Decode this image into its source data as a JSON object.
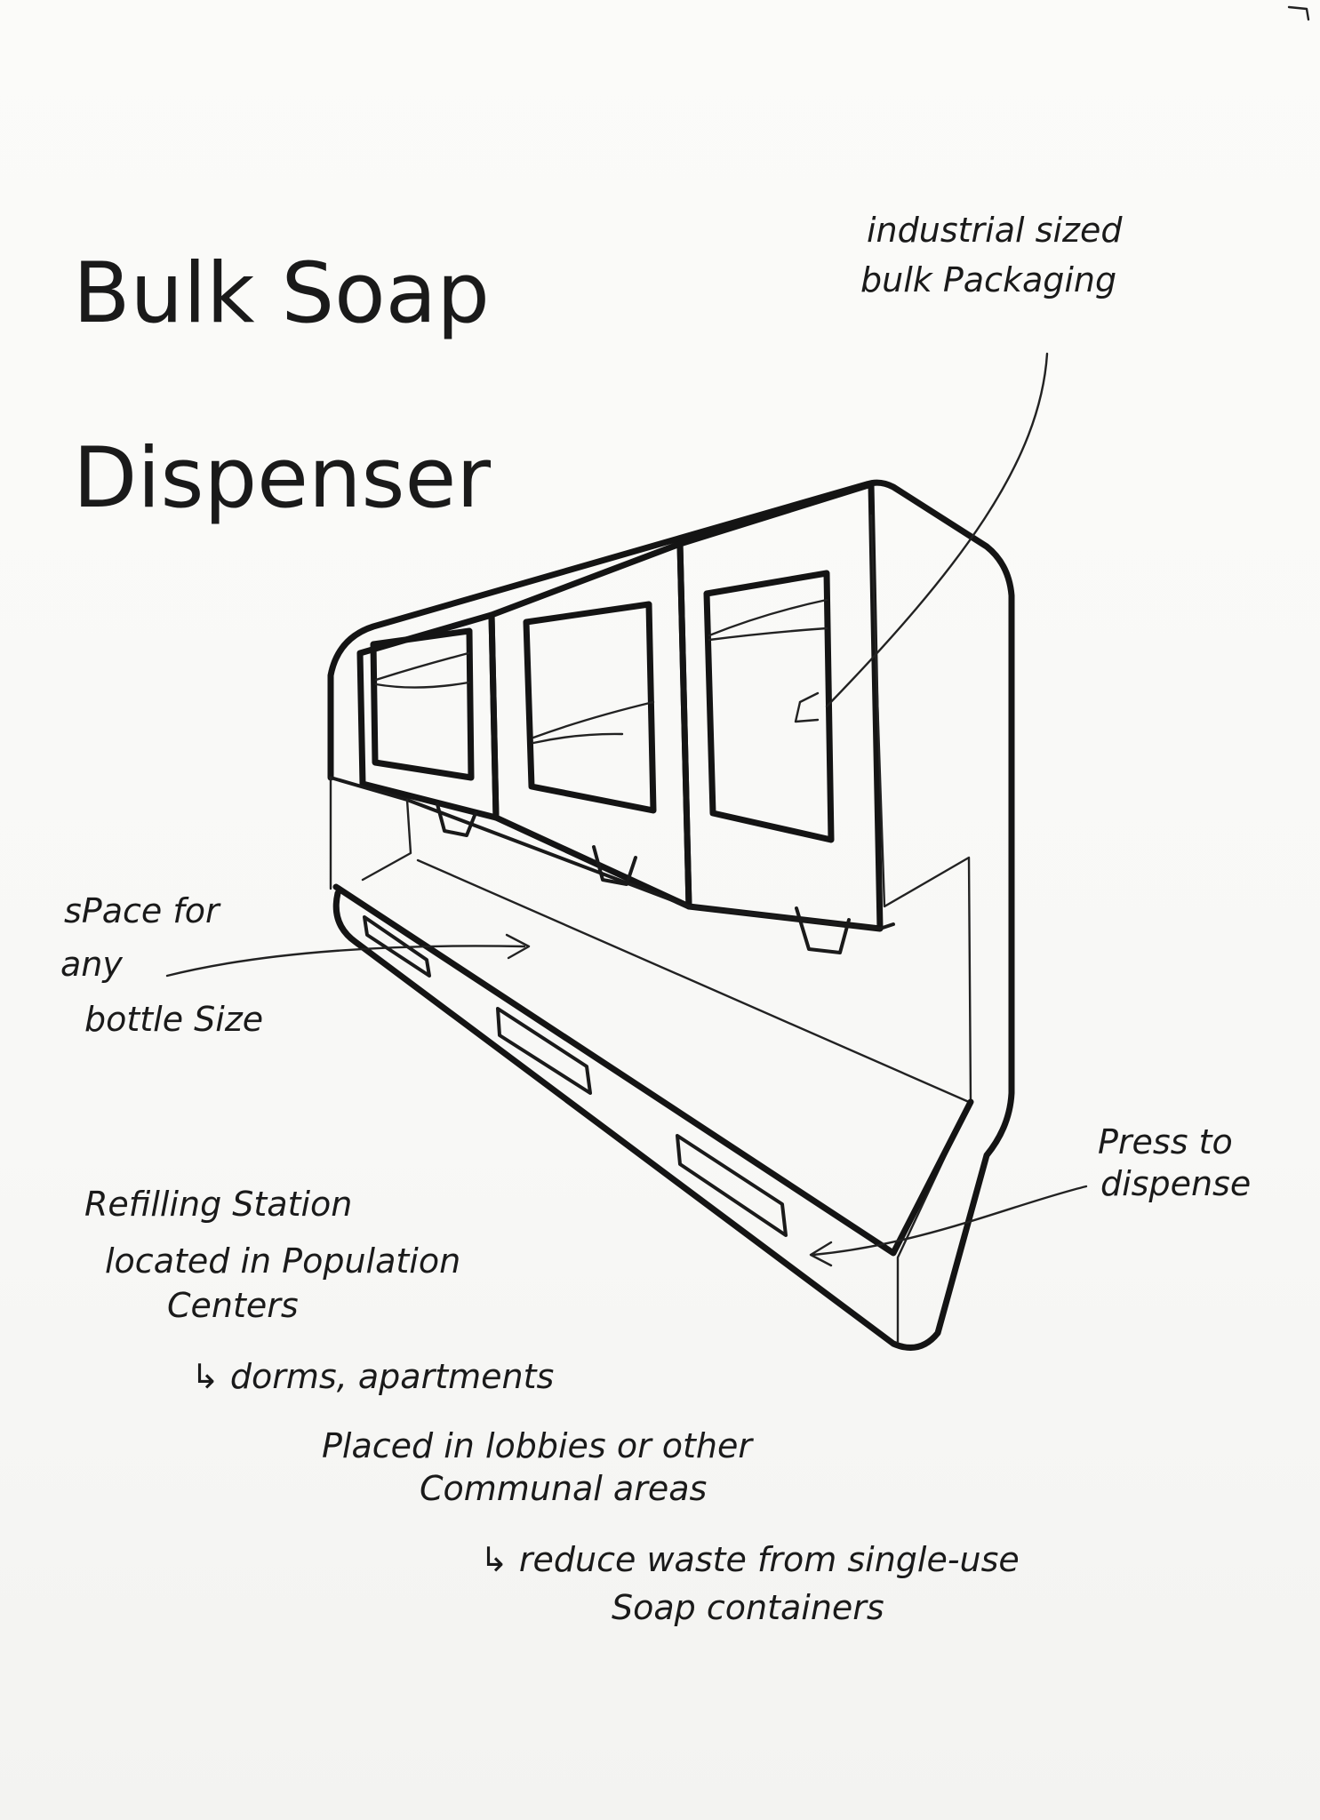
{
  "title": {
    "line1": "Bulk Soap",
    "line2": "Dispenser"
  },
  "annotations": {
    "packaging": {
      "line1": "industrial sized",
      "line2": "bulk Packaging"
    },
    "bottle_space": {
      "line1": "sPace for",
      "line2": "any",
      "line3": "bottle Size"
    },
    "press": {
      "line1": "Press to",
      "line2": "dispense"
    },
    "refill": {
      "line1": "Refilling Station",
      "line2": "located in Population",
      "line3": "Centers",
      "line4": "↳ dorms, apartments",
      "line5": "Placed in lobbies or other",
      "line6": "Communal areas",
      "line7": "↳ reduce waste from single-use",
      "line8": "Soap containers"
    }
  },
  "colors": {
    "paper": "#fbfbf9",
    "ink": "#1a1a1a"
  }
}
